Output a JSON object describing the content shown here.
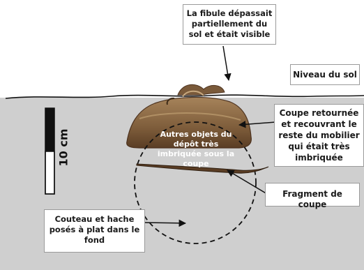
{
  "labels": {
    "fibule": "La fibule dépassait partiellement du sol et était visible",
    "niveau_sol": "Niveau du sol",
    "coupe_retournee": "Coupe retournée et recouvrant le reste du mobilier qui était très imbriquée",
    "autres_objets": "Autres objets du dépôt très imbriquée sous la coupe",
    "fragment_coupe": "Fragment de coupe",
    "couteau_hache": "Couteau et hache posés à plat dans le fond"
  },
  "scale": {
    "label": "10 cm"
  },
  "colors": {
    "soil": "#cfcfcf",
    "bowl": "#8a6a45",
    "bowl_dark": "#5e4128",
    "box_border": "#9a9a9a"
  }
}
